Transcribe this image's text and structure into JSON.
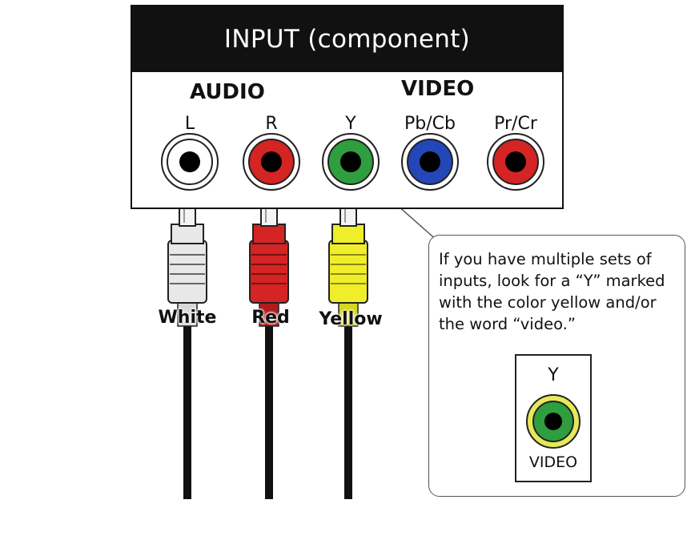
{
  "panel": {
    "title": "INPUT (component)",
    "audio_label": "AUDIO",
    "video_label": "VIDEO",
    "jacks": [
      {
        "label": "L",
        "color": "#ffffff"
      },
      {
        "label": "R",
        "color": "#d42424"
      },
      {
        "label": "Y",
        "color": "#2e9e3e"
      },
      {
        "label": "Pb/Cb",
        "color": "#2347b8"
      },
      {
        "label": "Pr/Cr",
        "color": "#d42424"
      }
    ]
  },
  "cables": [
    {
      "label": "White",
      "color": "#e8e8e8"
    },
    {
      "label": "Red",
      "color": "#d42424"
    },
    {
      "label": "Yellow",
      "color": "#f0ee2a"
    }
  ],
  "callout": {
    "text": "If you have multiple sets of inputs, look for a “Y” marked with the color yellow and/or the word “video.”",
    "inset_top_label": "Y",
    "inset_bottom_label": "VIDEO",
    "inset_outer_color": "#e7e85a",
    "inset_ring_color": "#2e9e3e"
  }
}
